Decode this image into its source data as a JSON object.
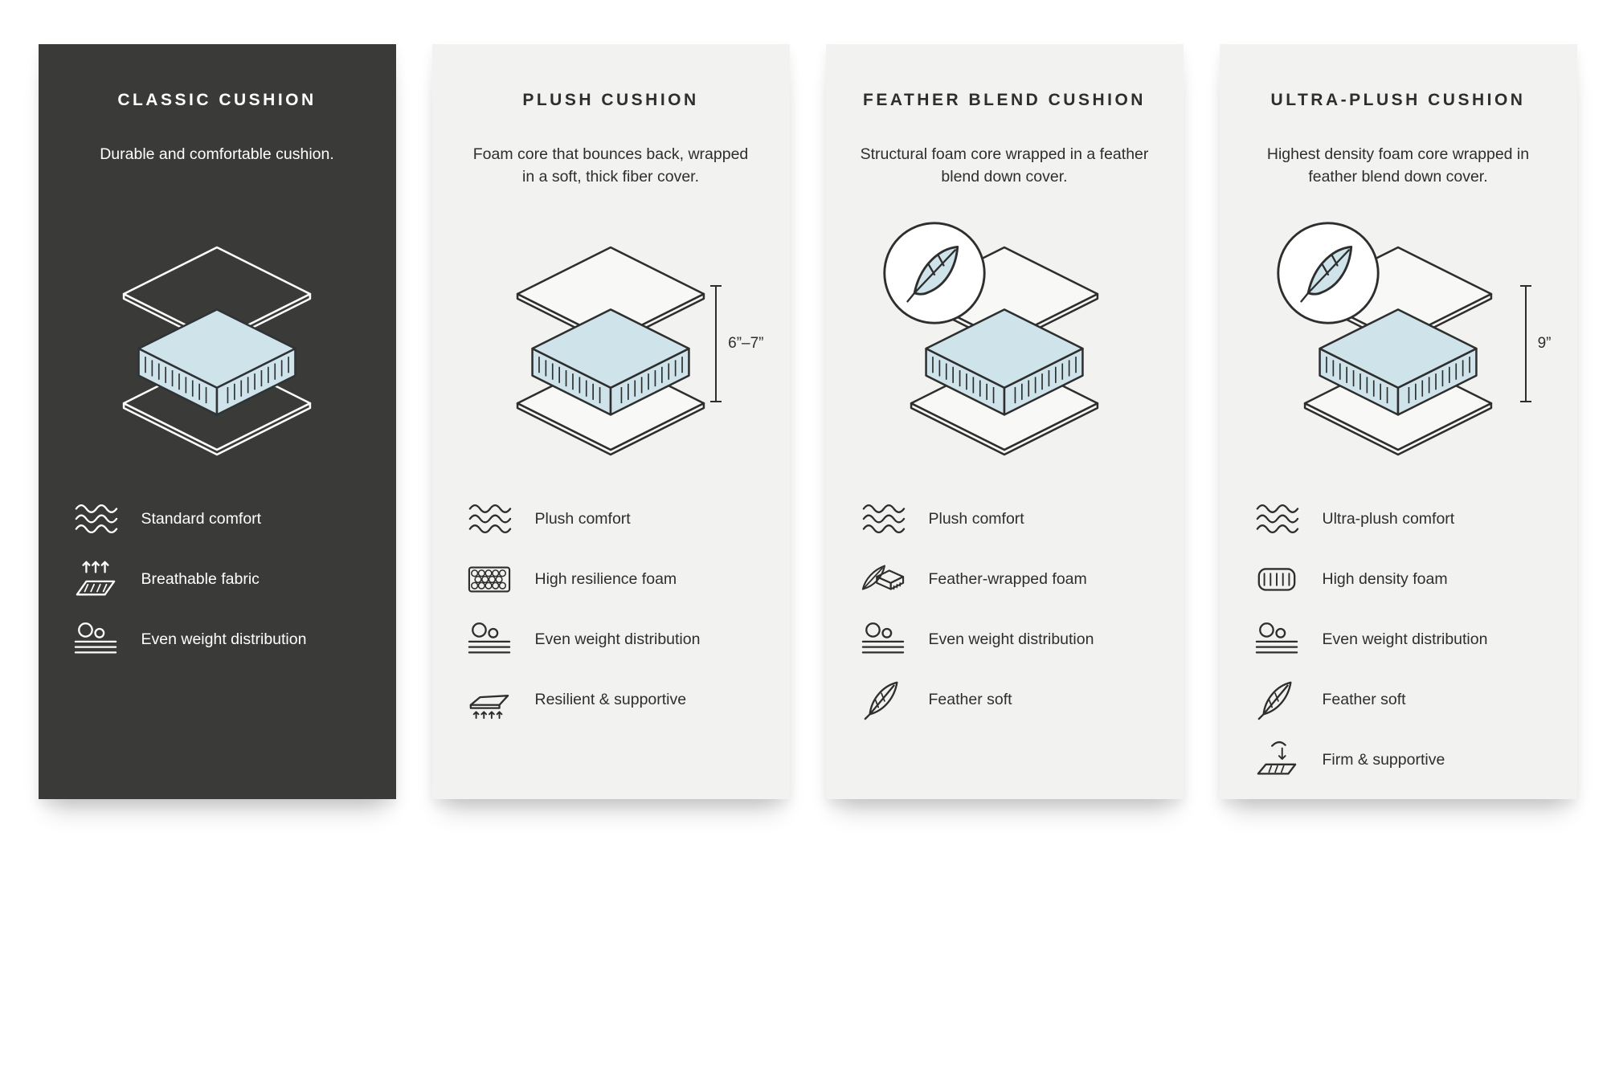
{
  "colors": {
    "foam_blue": "#cfe3ea",
    "dark_card_bg": "#3a3a38",
    "light_card_bg": "#f2f2f0",
    "text_dark": "#2e2e2e",
    "text_light": "#ffffff"
  },
  "cards": [
    {
      "id": "classic",
      "title": "CLASSIC CUSHION",
      "description": "Durable and comfortable cushion.",
      "theme": "dark",
      "features": [
        {
          "icon": "waves-icon",
          "label": "Standard comfort"
        },
        {
          "icon": "breathable-icon",
          "label": "Breathable fabric"
        },
        {
          "icon": "even-weight-icon",
          "label": "Even weight distribution"
        }
      ]
    },
    {
      "id": "plush",
      "title": "PLUSH CUSHION",
      "description": "Foam core that bounces back, wrapped in a soft, thick fiber cover.",
      "theme": "light",
      "height_label": "6”–7”",
      "features": [
        {
          "icon": "waves-icon",
          "label": "Plush comfort"
        },
        {
          "icon": "foam-bubbles-icon",
          "label": "High resilience foam"
        },
        {
          "icon": "even-weight-icon",
          "label": "Even weight distribution"
        },
        {
          "icon": "resilient-icon",
          "label": "Resilient & supportive"
        }
      ]
    },
    {
      "id": "feather-blend",
      "title": "FEATHER BLEND CUSHION",
      "description": "Structural foam core wrapped in a feather blend down cover.",
      "theme": "light",
      "badge_icon": "feather-badge",
      "features": [
        {
          "icon": "waves-icon",
          "label": "Plush comfort"
        },
        {
          "icon": "feather-foam-icon",
          "label": "Feather-wrapped foam"
        },
        {
          "icon": "even-weight-icon",
          "label": "Even weight distribution"
        },
        {
          "icon": "feather-icon",
          "label": "Feather soft"
        }
      ]
    },
    {
      "id": "ultra-plush",
      "title": "ULTRA-PLUSH CUSHION",
      "description": "Highest density foam core wrapped in feather blend down cover.",
      "theme": "light",
      "badge_icon": "feather-badge",
      "height_label": "9”",
      "features": [
        {
          "icon": "waves-icon",
          "label": "Ultra-plush comfort"
        },
        {
          "icon": "density-foam-icon",
          "label": "High density foam"
        },
        {
          "icon": "even-weight-icon",
          "label": "Even weight distribution"
        },
        {
          "icon": "feather-icon",
          "label": "Feather soft"
        },
        {
          "icon": "firm-icon",
          "label": "Firm & supportive"
        }
      ]
    }
  ]
}
